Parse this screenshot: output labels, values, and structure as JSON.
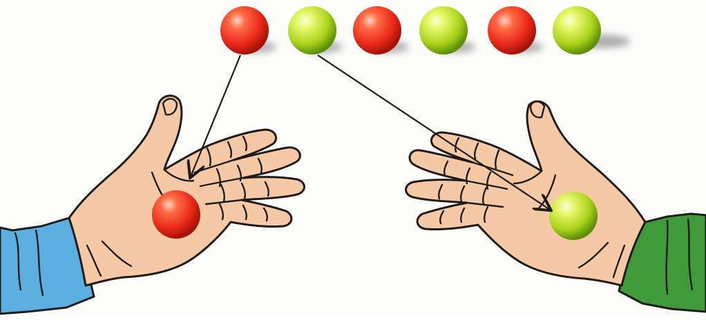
{
  "scene": {
    "row_ball_colors": [
      "red",
      "green",
      "red",
      "green",
      "red",
      "green"
    ],
    "left_hand": {
      "sleeve_color": "#5aaee0",
      "held_ball": "red"
    },
    "right_hand": {
      "sleeve_color": "#3f9a3a",
      "held_ball": "green"
    },
    "skin_color": "#f6c9a6",
    "ball_colors": {
      "red": {
        "light": "#ff9a7a",
        "mid": "#f23a1c",
        "dark": "#a51208"
      },
      "green": {
        "light": "#f4ff9e",
        "mid": "#b6dd1e",
        "dark": "#5e8f08"
      }
    },
    "arrows": [
      {
        "from": "row-ball-1",
        "to": "left-hand-ball"
      },
      {
        "from": "row-ball-2",
        "to": "right-hand-ball"
      }
    ]
  }
}
